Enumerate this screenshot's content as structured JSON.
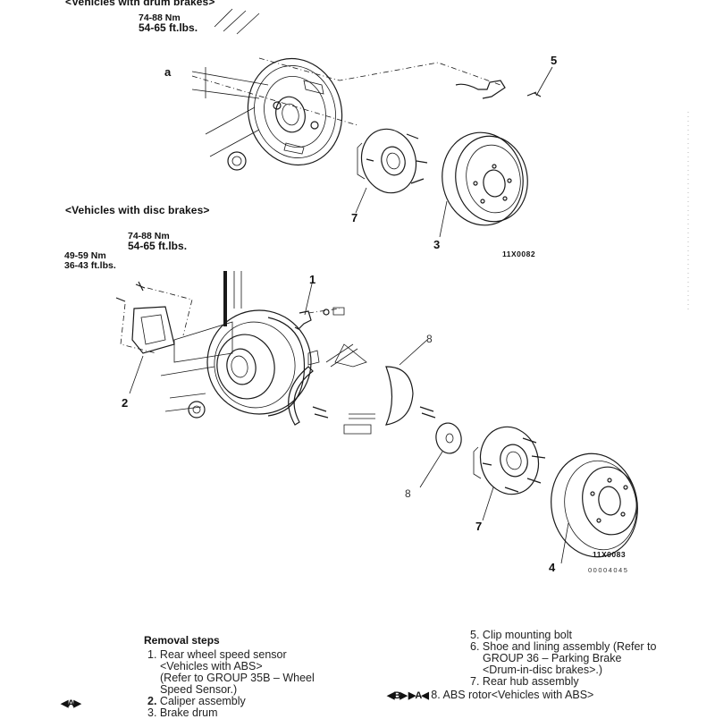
{
  "section_headers": {
    "drum": "<Vehicles with drum brakes>",
    "disc": "<Vehicles with disc brakes>"
  },
  "torque_specs": {
    "drum_mount": {
      "nm": "74-88 Nm",
      "ftlbs": "54-65 ft.lbs."
    },
    "disc_mount": {
      "nm": "74-88 Nm",
      "ftlbs": "54-65 ft.lbs."
    },
    "caliper": {
      "nm": "49-59 Nm",
      "ftlbs": "36-43 ft.lbs."
    }
  },
  "callouts": {
    "drum": {
      "a": "a",
      "c5": "5",
      "c7": "7",
      "c3": "3"
    },
    "disc": {
      "c1": "1",
      "c2": "2",
      "c8_shoe": "8",
      "c8_rotor": "8",
      "c7": "7",
      "c4": "4"
    }
  },
  "figure_ids": {
    "drum": "11X0082",
    "disc": "11X0083",
    "disc_code": "00004045"
  },
  "removal": {
    "title": "Removal  steps",
    "left": [
      {
        "num": "1.",
        "lines": [
          "Rear wheel speed sensor",
          "<Vehicles with ABS>",
          "(Refer to GROUP 35B – Wheel",
          "Speed  Sensor.)"
        ],
        "symbol": ""
      },
      {
        "num": "2.",
        "lines": [
          "Caliper  assembly"
        ],
        "symbol": "◀A▶"
      },
      {
        "num": "3.",
        "lines": [
          "Brake drum"
        ],
        "symbol": ""
      }
    ],
    "right": [
      {
        "num": "5.",
        "lines": [
          "Clip mounting bolt"
        ],
        "symbol": ""
      },
      {
        "num": "6.",
        "lines": [
          "Shoe and lining assembly (Refer to",
          "GROUP 36 – Parking Brake",
          "<Drum-in-disc  brakes>.)"
        ],
        "symbol": ""
      },
      {
        "num": "7.",
        "lines": [
          "Rear hub assembly"
        ],
        "symbol": ""
      },
      {
        "num": "8.",
        "lines": [
          "ABS  rotor<Vehicles  with  ABS>"
        ],
        "symbol": "◀B▶ ▶A◀"
      }
    ]
  },
  "colors": {
    "ink": "#111111",
    "paper": "#ffffff",
    "label_accent": "#8a6a3a"
  }
}
